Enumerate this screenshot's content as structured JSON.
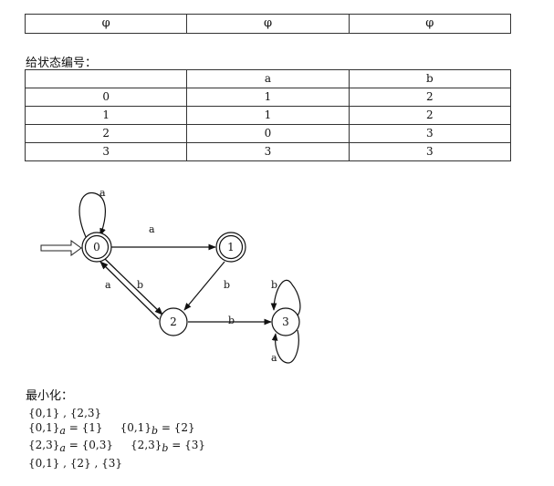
{
  "top_row": [
    "φ",
    "φ",
    "φ"
  ],
  "numbering_label": "给状态编号：",
  "state_table": {
    "header": [
      "",
      "a",
      "b"
    ],
    "rows": [
      [
        "0",
        "1",
        "2"
      ],
      [
        "1",
        "1",
        "2"
      ],
      [
        "2",
        "0",
        "3"
      ],
      [
        "3",
        "3",
        "3"
      ]
    ]
  },
  "diagram": {
    "states": [
      "0",
      "1",
      "2",
      "3"
    ],
    "accepting": [
      "0",
      "1"
    ],
    "start": "0",
    "transitions": [
      {
        "from": "0",
        "to": "0",
        "label": "a"
      },
      {
        "from": "0",
        "to": "1",
        "label": "a"
      },
      {
        "from": "0",
        "to": "2",
        "label": "b"
      },
      {
        "from": "1",
        "to": "2",
        "label": "b"
      },
      {
        "from": "2",
        "to": "0",
        "label": "a"
      },
      {
        "from": "2",
        "to": "3",
        "label": "b"
      },
      {
        "from": "3",
        "to": "3",
        "label": "b"
      },
      {
        "from": "3",
        "to": "3",
        "label": "a"
      }
    ]
  },
  "minimize_label": "最小化：",
  "minimize": {
    "line1": "{0,1} , {2,3}",
    "line2_a_lhs": "{0,1}",
    "line2_a_sub": "a",
    "line2_a_rhs": " = {1}",
    "line2_b_lhs": "{0,1}",
    "line2_b_sub": "b",
    "line2_b_rhs": " = {2}",
    "line3_a_lhs": "{2,3}",
    "line3_a_sub": "a",
    "line3_a_rhs": " = {0,3}",
    "line3_b_lhs": "{2,3}",
    "line3_b_sub": "b",
    "line3_b_rhs": " = {3}",
    "line4": "{0,1} , {2} , {3}"
  }
}
